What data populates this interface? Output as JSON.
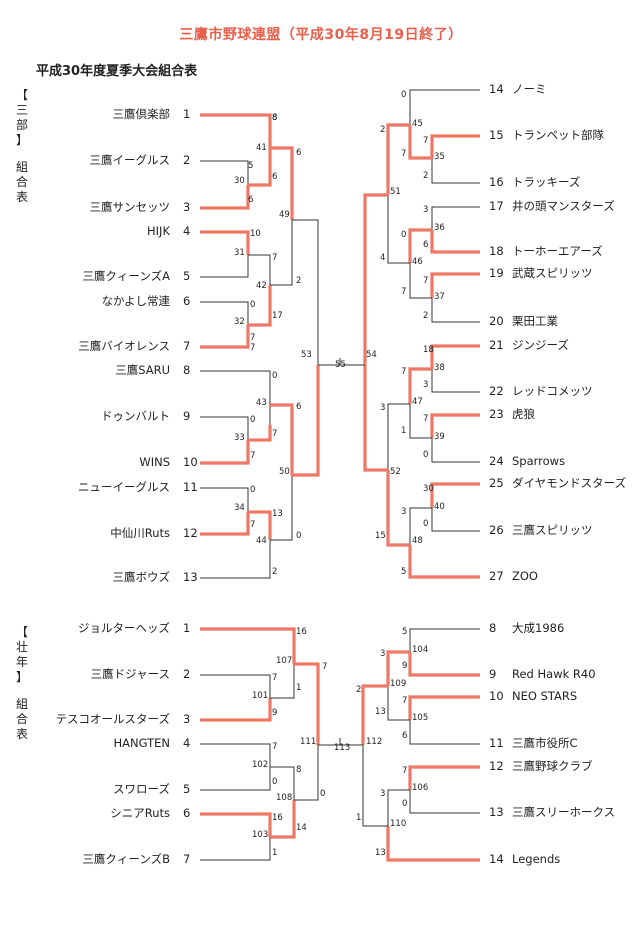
{
  "title": "三鷹市野球連盟（平成30年8月19日終了）",
  "subtitle": "平成30年度夏季大会組合表",
  "sections": [
    {
      "label": [
        "【",
        "三",
        "部",
        "】",
        "組",
        "合",
        "表"
      ]
    },
    {
      "label": [
        "【",
        "壮",
        "年",
        "】",
        "組",
        "合",
        "表"
      ]
    }
  ],
  "accent_color": "#ee7766",
  "line_color": "#333333",
  "bracket1": {
    "left_teams": [
      {
        "no": "1",
        "name": "三鷹倶楽部"
      },
      {
        "no": "2",
        "name": "三鷹イーグルス"
      },
      {
        "no": "3",
        "name": "三鷹サンセッツ"
      },
      {
        "no": "4",
        "name": "HIJK"
      },
      {
        "no": "5",
        "name": "三鷹クィーンズA"
      },
      {
        "no": "6",
        "name": "なかよし常連"
      },
      {
        "no": "7",
        "name": "三鷹バイオレンス"
      },
      {
        "no": "8",
        "name": "三鷹SARU"
      },
      {
        "no": "9",
        "name": "ドゥンバルト"
      },
      {
        "no": "10",
        "name": "WINS"
      },
      {
        "no": "11",
        "name": "ニューイーグルス"
      },
      {
        "no": "12",
        "name": "中仙川Ruts"
      },
      {
        "no": "13",
        "name": "三鷹ボウズ"
      }
    ],
    "right_teams": [
      {
        "no": "14",
        "name": "ノーミ"
      },
      {
        "no": "15",
        "name": "トランペット部隊"
      },
      {
        "no": "16",
        "name": "トラッキーズ"
      },
      {
        "no": "17",
        "name": "井の頭マンスターズ"
      },
      {
        "no": "18",
        "name": "トーホーエアーズ"
      },
      {
        "no": "19",
        "name": "武蔵スピリッツ"
      },
      {
        "no": "20",
        "name": "栗田工業"
      },
      {
        "no": "21",
        "name": "ジンジーズ"
      },
      {
        "no": "22",
        "name": "レッドコメッツ"
      },
      {
        "no": "23",
        "name": "虎狼"
      },
      {
        "no": "24",
        "name": "Sparrows"
      },
      {
        "no": "25",
        "name": "ダイヤモンドスターズ"
      },
      {
        "no": "26",
        "name": "三鷹スピリッツ"
      },
      {
        "no": "27",
        "name": "ZOO"
      }
    ],
    "game_numbers": {
      "g8": "8",
      "g41": "41",
      "g30": "30",
      "g49": "49",
      "g31": "31",
      "g42": "42",
      "g32": "32",
      "g43": "43",
      "g33": "33",
      "g50": "50",
      "g34": "34",
      "g44": "44",
      "g53": "53",
      "g55": "55",
      "g54": "54",
      "g45": "45",
      "g35": "35",
      "g51": "51",
      "g36": "36",
      "g46": "46",
      "g37": "37",
      "g38": "38",
      "g47": "47",
      "g39": "39",
      "g52": "52",
      "g40": "40",
      "g48": "48"
    },
    "scores": {
      "s8a": "8",
      "s5": "5",
      "s6a": "6",
      "s6b": "6",
      "s6c": "6",
      "s10": "10",
      "s7a": "7",
      "s7b": "7",
      "s2a": "2",
      "s0a": "0",
      "s17": "17",
      "s7c": "7",
      "s0b": "0",
      "s0c": "0",
      "s7d": "7",
      "s6d": "6",
      "s7e": "7",
      "s0d": "0",
      "s7f": "7",
      "s13": "13",
      "s0e": "0",
      "s2b": "2",
      "r0a": "0",
      "r2a": "2",
      "r7a": "7",
      "r7b": "7",
      "r2b": "2",
      "r3a": "3",
      "r0b": "0",
      "r6a": "6",
      "r4a": "4",
      "r7c": "7",
      "r7d": "7",
      "r2c": "2",
      "r18": "18",
      "r7e": "7",
      "r3b": "3",
      "r3c": "3",
      "r7f": "7",
      "r1a": "1",
      "r0c": "0",
      "r30": "30",
      "r3d": "3",
      "r0d": "0",
      "r15": "15",
      "r5a": "5"
    }
  },
  "bracket2": {
    "left_teams": [
      {
        "no": "1",
        "name": "ジョルターヘッズ"
      },
      {
        "no": "2",
        "name": "三鷹ドジャース"
      },
      {
        "no": "3",
        "name": "テスコオールスターズ"
      },
      {
        "no": "4",
        "name": "HANGTEN"
      },
      {
        "no": "5",
        "name": "スワローズ"
      },
      {
        "no": "6",
        "name": "シニアRuts"
      },
      {
        "no": "7",
        "name": "三鷹クィーンズB"
      }
    ],
    "right_teams": [
      {
        "no": "8",
        "name": "大成1986"
      },
      {
        "no": "9",
        "name": "Red Hawk R40"
      },
      {
        "no": "10",
        "name": "NEO STARS"
      },
      {
        "no": "11",
        "name": "三鷹市役所C"
      },
      {
        "no": "12",
        "name": "三鷹野球クラブ"
      },
      {
        "no": "13",
        "name": "三鷹スリーホークス"
      },
      {
        "no": "14",
        "name": "Legends"
      }
    ],
    "game_numbers": {
      "g107": "107",
      "g101": "101",
      "g102": "102",
      "g108": "108",
      "g103": "103",
      "g111": "111",
      "g113": "113",
      "g112": "112",
      "g104": "104",
      "g109": "109",
      "g105": "105",
      "g106": "106",
      "g110": "110"
    },
    "scores": {
      "s16a": "16",
      "s7a": "7",
      "s7b": "7",
      "s1a": "1",
      "s9a": "9",
      "s7c": "7",
      "s0a": "0",
      "s8a": "8",
      "s16b": "16",
      "s14": "14",
      "s1b": "1",
      "s0b": "0",
      "r5": "5",
      "r3a": "3",
      "r9": "9",
      "r2": "2",
      "r7a": "7",
      "r13a": "13",
      "r6": "6",
      "r7b": "7",
      "r3b": "3",
      "r0": "0",
      "r1": "1",
      "r13b": "13"
    }
  }
}
